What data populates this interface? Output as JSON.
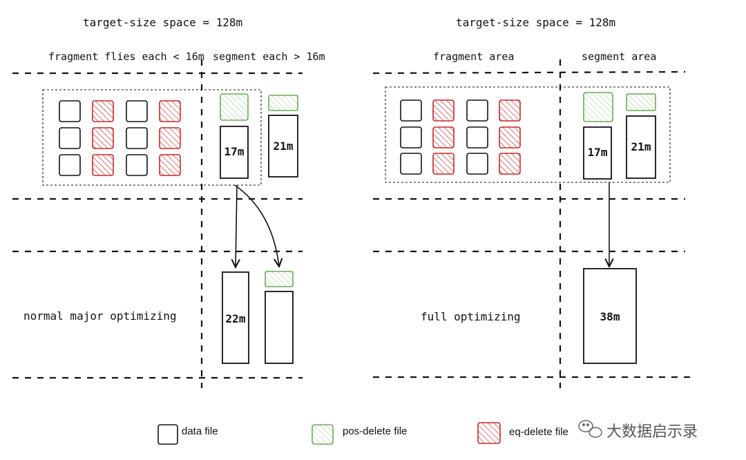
{
  "left_panel": {
    "title": "target-size space = 128m",
    "fragment_header": "fragment flies each < 16m",
    "segment_header": "segment each > 16m",
    "box_17": "17m",
    "box_21": "21m",
    "box_22": "22m",
    "section_label": "normal major optimizing"
  },
  "right_panel": {
    "title": "target-size space = 128m",
    "fragment_header": "fragment area",
    "segment_header": "segment area",
    "box_17": "17m",
    "box_21": "21m",
    "box_38": "38m",
    "section_label": "full optimizing"
  },
  "legend": {
    "data_file": "data file",
    "pos_delete_file": "pos-delete file",
    "eq_delete_file": "eq-delete file"
  },
  "watermark": "大数据启示录",
  "colors": {
    "line": "#111111",
    "eq_delete": "#c62828",
    "pos_delete": "#6aaa5a"
  }
}
